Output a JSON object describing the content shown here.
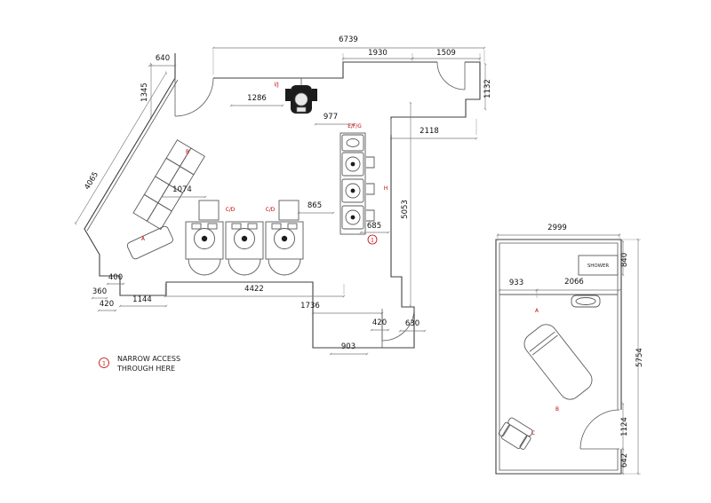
{
  "colors": {
    "wall_line": "#3f3f3f",
    "dim_line": "#7a7a7a",
    "dim_text": "#111111",
    "label_red": "#c40000",
    "equipment_dark": "#1c1c1c"
  },
  "drawing": {
    "main_room": {
      "dims": {
        "top_total": "6739",
        "top_seg_left": "1930",
        "top_seg_right": "1509",
        "door_top_left": "640",
        "left_upper": "1345",
        "diagonal_wall": "4065",
        "equip_offset": "1286",
        "basin_offset": "977",
        "right_nook": "2118",
        "right_nook_depth": "1132",
        "right_wall": "5053",
        "cabinet_width": "1074",
        "station_gap": "865",
        "aisle": "685",
        "bottom_wall": "4422",
        "lower_bay_width": "1736",
        "lower_bay_inner": "903",
        "step_small": "420",
        "step_door": "630",
        "notch_1": "400",
        "notch_2": "360",
        "notch_3": "420",
        "notch_4": "1144"
      },
      "labels": {
        "cabinet": "B",
        "table": "A",
        "station_left": "C/D",
        "station_right": "C/D",
        "basins": "E/F/G",
        "aisle": "H",
        "equipment": "I/J",
        "access_marker": "1"
      }
    },
    "treatment_room": {
      "dims": {
        "width": "2999",
        "shower_depth": "840",
        "counter_left": "933",
        "counter_right": "2066",
        "height": "5754",
        "door": "1124",
        "door_offset": "642"
      },
      "labels": {
        "shower": "SHOWER",
        "counter": "A",
        "bed": "B",
        "chair": "C"
      }
    },
    "legend": {
      "marker": "1",
      "line1": "NARROW ACCESS",
      "line2": "THROUGH HERE"
    }
  }
}
